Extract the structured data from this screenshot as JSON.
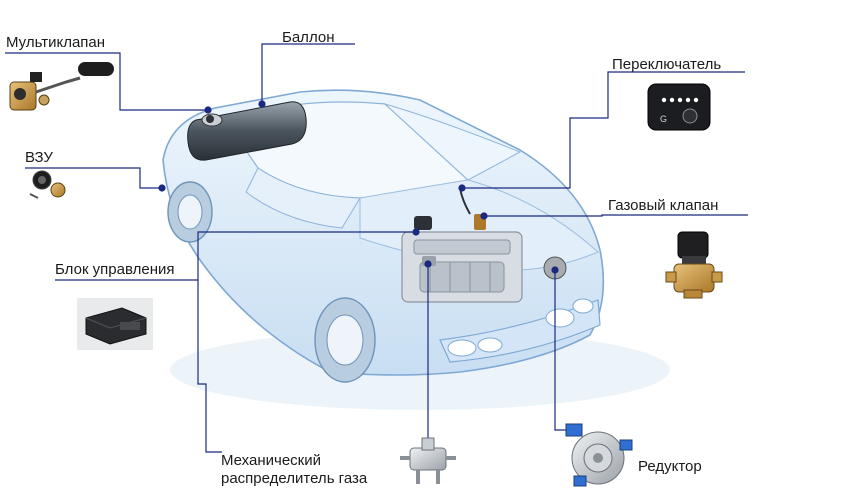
{
  "labels": {
    "multivalve": "Мультиклапан",
    "tank": "Баллон",
    "switch": "Переключатель",
    "filler": "ВЗУ",
    "gas_valve": "Газовый клапан",
    "ecu": "Блок управления",
    "distributor_line1": "Механический",
    "distributor_line2": "распределитель газа",
    "reducer": "Редуктор"
  },
  "colors": {
    "leader_line": "#1a2a80",
    "car_body": "#dcecfa",
    "car_outline": "#7fa9d3",
    "label_text": "#1b1b1b"
  },
  "icons": {
    "multivalve": "multivalve-icon",
    "switch": "switch-panel-icon",
    "filler": "filler-icon",
    "gas_valve": "solenoid-valve-icon",
    "ecu": "control-unit-icon",
    "distributor": "gas-distributor-icon",
    "reducer": "reducer-icon"
  }
}
